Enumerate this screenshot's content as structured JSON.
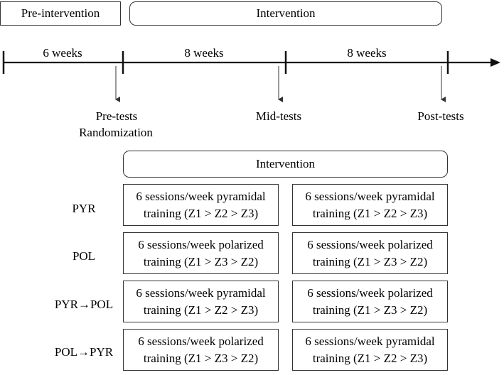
{
  "phases": {
    "pre_intervention": "Pre-intervention",
    "intervention": "Intervention"
  },
  "durations": [
    "6 weeks",
    "8 weeks",
    "8 weeks"
  ],
  "timepoints": {
    "pre_tests": "Pre-tests",
    "randomization": "Randomization",
    "mid_tests": "Mid-tests",
    "post_tests": "Post-tests"
  },
  "table": {
    "header": "Intervention",
    "rows": [
      {
        "group": "PYR",
        "first": [
          "6 sessions/week pyramidal",
          "training  (Z1 > Z2 > Z3)"
        ],
        "second": [
          "6 sessions/week pyramidal",
          "training  (Z1 > Z2 > Z3)"
        ]
      },
      {
        "group": "POL",
        "first": [
          "6 sessions/week polarized",
          "training  (Z1 > Z3 > Z2)"
        ],
        "second": [
          "6 sessions/week polarized",
          "training  (Z1 > Z3 > Z2)"
        ]
      },
      {
        "group": "PYR→POL",
        "first": [
          "6 sessions/week pyramidal",
          "training  (Z1 > Z2 > Z3)"
        ],
        "second": [
          "6 sessions/week polarized",
          "training  (Z1 > Z3 > Z2)"
        ]
      },
      {
        "group": "POL→PYR",
        "first": [
          "6 sessions/week polarized",
          "training  (Z1 > Z3 > Z2)"
        ],
        "second": [
          "6 sessions/week pyramidal",
          "training  (Z1 > Z2 > Z3)"
        ]
      }
    ]
  }
}
